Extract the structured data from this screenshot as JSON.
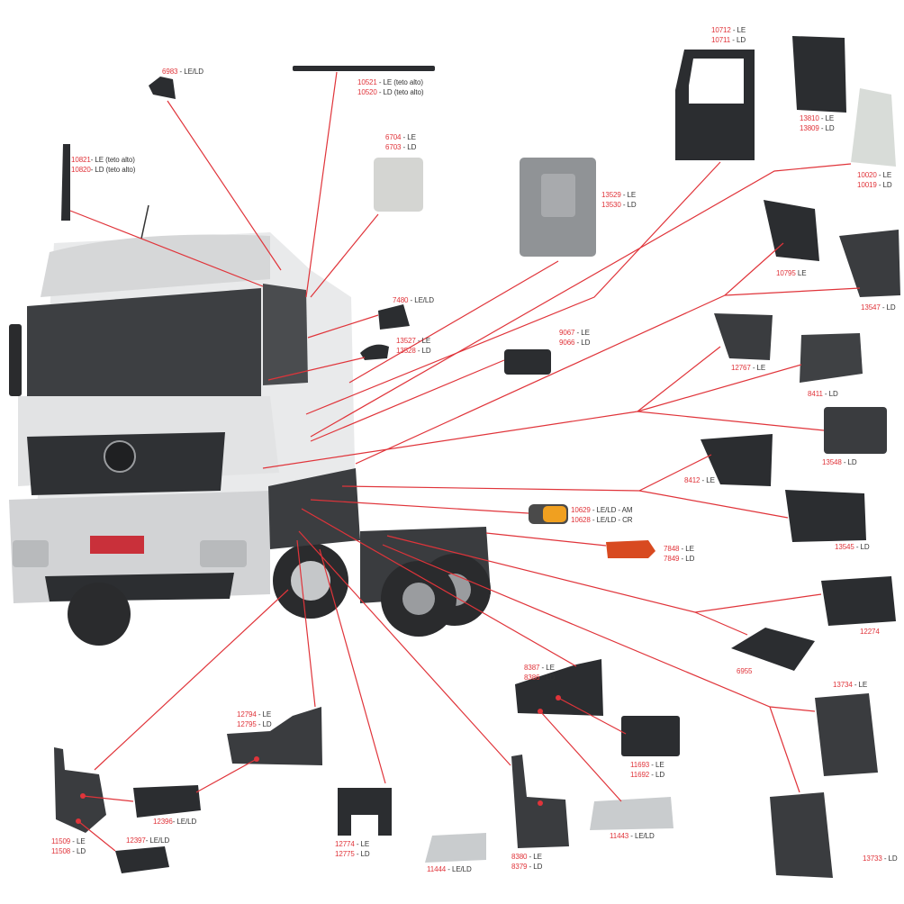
{
  "colors": {
    "accent": "#e0343a",
    "leader_line": "#e0343a",
    "part_dark": "#2b2d30",
    "part_gray": "#8a8d90",
    "text": "#333333"
  },
  "parts": [
    {
      "id": "roof-marker-light",
      "lines": [
        {
          "code": "6983",
          "desc": " - LE/LD"
        }
      ]
    },
    {
      "id": "roof-rail",
      "lines": [
        {
          "code": "10521",
          "desc": " - LE (teto alto)"
        },
        {
          "code": "10520",
          "desc": " - LD (teto alto)"
        }
      ]
    },
    {
      "id": "a-pillar-trim",
      "lines": [
        {
          "code": "10821",
          "desc": "- LE (teto alto)"
        },
        {
          "code": "10820",
          "desc": "- LD (teto alto)"
        }
      ]
    },
    {
      "id": "side-panel",
      "lines": [
        {
          "code": "6704",
          "desc": "  - LE"
        },
        {
          "code": "6703",
          "desc": "  - LD"
        }
      ]
    },
    {
      "id": "cab-side-panel",
      "lines": [
        {
          "code": "13529",
          "desc": " - LE"
        },
        {
          "code": "13530",
          "desc": " - LD"
        }
      ]
    },
    {
      "id": "door",
      "lines": [
        {
          "code": "10712",
          "desc": " - LE"
        },
        {
          "code": "10711",
          "desc": " - LD"
        }
      ]
    },
    {
      "id": "door-step-frame",
      "lines": [
        {
          "code": "13810",
          "desc": " - LE"
        },
        {
          "code": "13809",
          "desc": " - LD"
        }
      ]
    },
    {
      "id": "corner-deflector",
      "lines": [
        {
          "code": "10020",
          "desc": " - LE"
        },
        {
          "code": "10019",
          "desc": " - LD"
        }
      ]
    },
    {
      "id": "step-box-le",
      "lines": [
        {
          "code": "10795",
          "desc": " LE"
        }
      ]
    },
    {
      "id": "step-box-ld",
      "lines": [
        {
          "code": "13547",
          "desc": " - LD"
        }
      ]
    },
    {
      "id": "mirror-cover",
      "lines": [
        {
          "code": "7480",
          "desc": " - LE/LD"
        }
      ]
    },
    {
      "id": "mirror-bracket",
      "lines": [
        {
          "code": "13527",
          "desc": " - LE"
        },
        {
          "code": "13528",
          "desc": " - LD"
        }
      ]
    },
    {
      "id": "door-handle",
      "lines": [
        {
          "code": "9067",
          "desc": " - LE"
        },
        {
          "code": "9066",
          "desc": " - LD"
        }
      ]
    },
    {
      "id": "fender-extension-le",
      "lines": [
        {
          "code": "12767",
          "desc": " - LE"
        }
      ]
    },
    {
      "id": "fender-extension-ld",
      "lines": [
        {
          "code": "8411",
          "desc": " - LD"
        }
      ]
    },
    {
      "id": "fender-extension-ld-2",
      "lines": [
        {
          "code": "13548",
          "desc": " - LD"
        }
      ]
    },
    {
      "id": "step-housing-le",
      "lines": [
        {
          "code": "8412",
          "desc": " - LE"
        }
      ]
    },
    {
      "id": "step-housing-ld",
      "lines": [
        {
          "code": "13545",
          "desc": " - LD"
        }
      ]
    },
    {
      "id": "side-marker-lamp",
      "lines": [
        {
          "code": "10629",
          "desc": " - LE/LD - AM"
        },
        {
          "code": "10628",
          "desc": " - LE/LD - CR"
        }
      ]
    },
    {
      "id": "tail-lamp",
      "lines": [
        {
          "code": "7848",
          "desc": " - LE"
        },
        {
          "code": "7849",
          "desc": " - LD"
        }
      ]
    },
    {
      "id": "battery-cover",
      "lines": [
        {
          "code": "12274",
          "desc": ""
        }
      ]
    },
    {
      "id": "battery-lid",
      "lines": [
        {
          "code": "6955",
          "desc": ""
        }
      ]
    },
    {
      "id": "mudguard-le",
      "lines": [
        {
          "code": "13734",
          "desc": " - LE"
        }
      ]
    },
    {
      "id": "mudguard-ld",
      "lines": [
        {
          "code": "13733",
          "desc": " - LD"
        }
      ]
    },
    {
      "id": "rear-step",
      "lines": [
        {
          "code": "8387",
          "desc": " - LE"
        },
        {
          "code": "8386",
          "desc": " - LD"
        }
      ]
    },
    {
      "id": "step-support",
      "lines": [
        {
          "code": "11693",
          "desc": " - LE"
        },
        {
          "code": "11692",
          "desc": " - LD"
        }
      ]
    },
    {
      "id": "step-plate-large",
      "lines": [
        {
          "code": "11443",
          "desc": " - LE/LD"
        }
      ]
    },
    {
      "id": "side-step",
      "lines": [
        {
          "code": "8380",
          "desc": " - LE"
        },
        {
          "code": "8379",
          "desc": " - LD"
        }
      ]
    },
    {
      "id": "step-plate-small",
      "lines": [
        {
          "code": "11444",
          "desc": " - LE/LD"
        }
      ]
    },
    {
      "id": "step-bracket-h",
      "lines": [
        {
          "code": "12774",
          "desc": " - LE"
        },
        {
          "code": "12775",
          "desc": " - LD"
        }
      ]
    },
    {
      "id": "front-step-fender",
      "lines": [
        {
          "code": "12794",
          "desc": " - LE"
        },
        {
          "code": "12795",
          "desc": " - LD"
        }
      ]
    },
    {
      "id": "step-tread-upper",
      "lines": [
        {
          "code": "12396",
          "desc": "- LE/LD"
        }
      ]
    },
    {
      "id": "step-tread-lower",
      "lines": [
        {
          "code": "12397",
          "desc": "- LE/LD"
        }
      ]
    },
    {
      "id": "front-step",
      "lines": [
        {
          "code": "11509",
          "desc": " - LE"
        },
        {
          "code": "11508",
          "desc": " - LD"
        }
      ]
    }
  ]
}
